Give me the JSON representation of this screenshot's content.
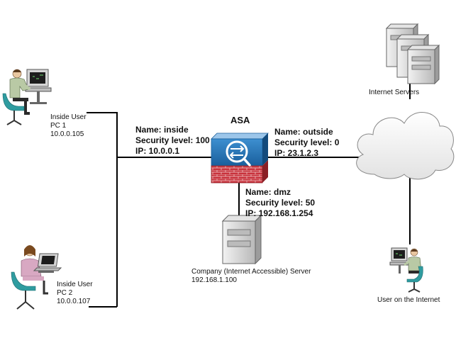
{
  "asa": {
    "title": "ASA",
    "icon": "firewall-icon"
  },
  "interfaces": {
    "inside": {
      "name": "Name: inside",
      "security": "Security level: 100",
      "ip": "IP: 10.0.0.1"
    },
    "outside": {
      "name": "Name: outside",
      "security": "Security level: 0",
      "ip": "IP: 23.1.2.3"
    },
    "dmz": {
      "name": "Name: dmz",
      "security": "Security level: 50",
      "ip": "IP: 192.168.1.254"
    }
  },
  "devices": {
    "pc1": {
      "line1": "Inside User",
      "line2": "PC 1",
      "line3": "10.0.0.105",
      "icon": "desktop-user-icon"
    },
    "pc2": {
      "line1": "Inside User",
      "line2": "PC 2",
      "line3": "10.0.0.107",
      "icon": "laptop-user-icon"
    },
    "company_server": {
      "line1": "Company (Internet Accessible)  Server",
      "line2": "192.168.1.100",
      "icon": "server-icon"
    },
    "internet_servers": {
      "label": "Internet Servers",
      "icon": "server-stack-icon"
    },
    "cloud": {
      "icon": "cloud-icon"
    },
    "internet_user": {
      "label": "User on the Internet",
      "icon": "desktop-user-icon"
    }
  },
  "colors": {
    "line": "#000000",
    "asa_blue": "#1e73b8",
    "asa_red": "#c8323c",
    "server_gray": "#d0d0d0"
  }
}
